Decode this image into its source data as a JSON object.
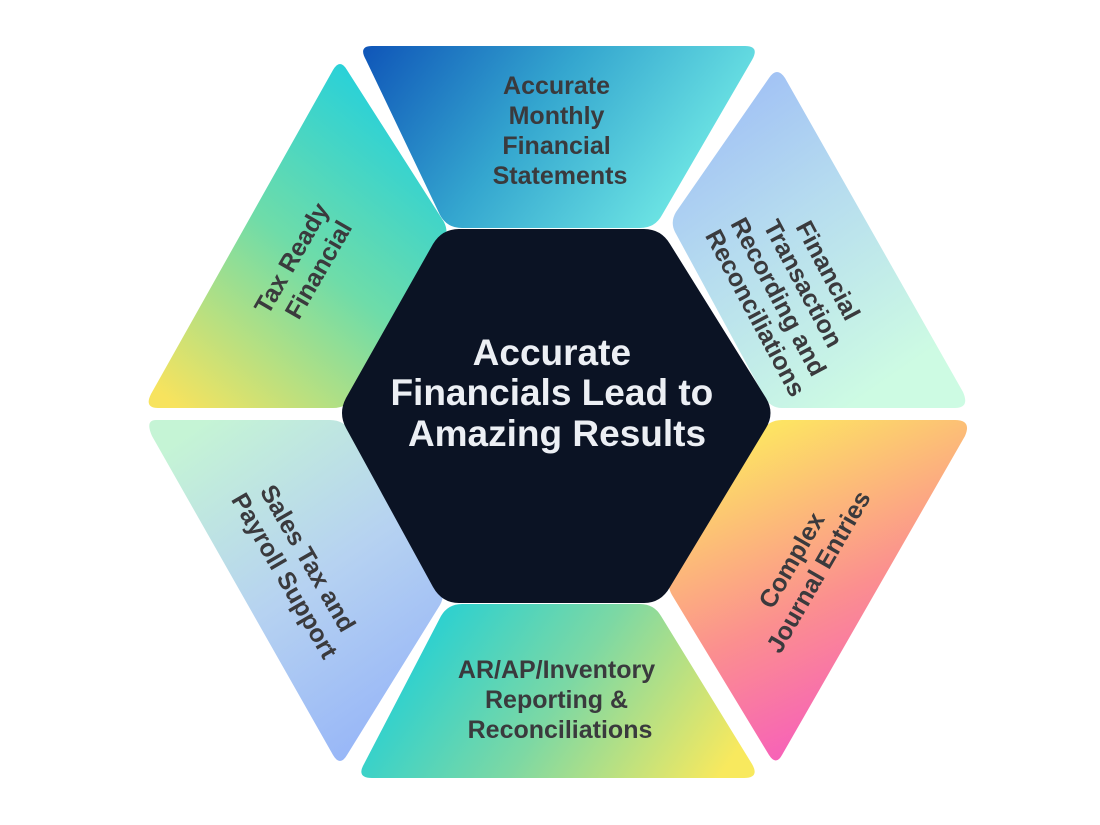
{
  "center": {
    "lines": [
      "Accurate",
      "Financials Lead to",
      "Amazing Results"
    ],
    "fill": "#0b1324"
  },
  "segments": [
    {
      "id": "top",
      "lines": [
        "Accurate",
        "Monthly",
        "Financial",
        "Statements"
      ],
      "gradient": [
        "#0f55b8",
        "#34a6cf",
        "#6ee6e4"
      ]
    },
    {
      "id": "upper-right",
      "lines": [
        "Financial",
        "Transaction",
        "Recording and",
        "Reconciliations"
      ],
      "gradient": [
        "#9ab8f7",
        "#b6dcef",
        "#cdfbe3"
      ]
    },
    {
      "id": "lower-right",
      "lines": [
        "Complex",
        "Journal Entries"
      ],
      "gradient": [
        "#fde363",
        "#fb8f8f",
        "#f54fc9"
      ]
    },
    {
      "id": "bottom",
      "lines": [
        "AR/AP/Inventory",
        "Reporting &",
        "Reconciliations"
      ],
      "gradient": [
        "#1ccfd9",
        "#7cd8a4",
        "#f8e95e"
      ]
    },
    {
      "id": "lower-left",
      "lines": [
        "Sales Tax and",
        "Payroll Support"
      ],
      "gradient": [
        "#c5f4d5",
        "#b6d2f1",
        "#94b3f8"
      ]
    },
    {
      "id": "upper-left",
      "lines": [
        "Tax Ready",
        "Financial"
      ],
      "gradient": [
        "#1ecfe0",
        "#6edca9",
        "#f7e35e"
      ]
    }
  ]
}
